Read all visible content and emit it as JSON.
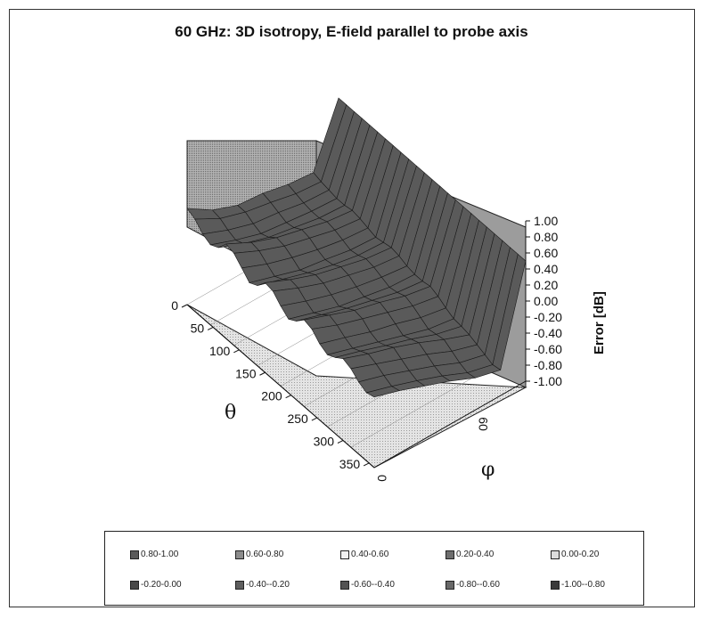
{
  "chart_data": {
    "type": "surface3d",
    "title": "60 GHz: 3D isotropy, E-field parallel to probe axis",
    "zlabel": "Error [dB]",
    "theta_label": "θ",
    "phi_label": "φ",
    "theta_ticks": [
      "0",
      "50",
      "100",
      "150",
      "200",
      "250",
      "300",
      "350"
    ],
    "phi_ticks": [
      "0",
      "60"
    ],
    "z_ticks": [
      "1.00",
      "0.80",
      "0.60",
      "0.40",
      "0.20",
      "0.00",
      "-0.20",
      "-0.40",
      "-0.60",
      "-0.80",
      "-1.00"
    ],
    "zlim": [
      -1.0,
      1.0
    ],
    "theta": [
      0,
      15,
      30,
      45,
      60,
      75,
      90,
      105,
      120,
      135,
      150,
      165,
      180,
      195,
      210,
      225,
      240,
      255,
      270,
      285,
      300,
      315,
      330,
      345,
      360
    ],
    "phi": [
      0,
      15,
      30,
      45,
      60,
      75,
      90
    ],
    "z": [
      [
        0.2,
        0.0,
        -0.12,
        -0.15,
        -0.22,
        -0.25,
        0.5
      ],
      [
        0.15,
        -0.02,
        -0.12,
        -0.18,
        -0.25,
        -0.28,
        0.5
      ],
      [
        0.05,
        -0.08,
        -0.18,
        -0.22,
        -0.28,
        -0.3,
        0.5
      ],
      [
        0.0,
        -0.12,
        -0.22,
        -0.26,
        -0.3,
        -0.32,
        0.5
      ],
      [
        0.05,
        -0.08,
        -0.18,
        -0.24,
        -0.3,
        -0.32,
        0.5
      ],
      [
        0.18,
        0.02,
        -0.1,
        -0.18,
        -0.26,
        -0.3,
        0.5
      ],
      [
        0.15,
        0.0,
        -0.12,
        -0.2,
        -0.28,
        -0.32,
        0.5
      ],
      [
        0.05,
        -0.08,
        -0.18,
        -0.26,
        -0.32,
        -0.35,
        0.5
      ],
      [
        -0.05,
        -0.15,
        -0.25,
        -0.3,
        -0.36,
        -0.38,
        0.5
      ],
      [
        0.0,
        -0.1,
        -0.2,
        -0.28,
        -0.34,
        -0.36,
        0.5
      ],
      [
        0.12,
        -0.02,
        -0.14,
        -0.22,
        -0.3,
        -0.34,
        0.5
      ],
      [
        0.1,
        -0.04,
        -0.16,
        -0.24,
        -0.32,
        -0.36,
        0.5
      ],
      [
        0.0,
        -0.12,
        -0.22,
        -0.3,
        -0.36,
        -0.4,
        0.5
      ],
      [
        -0.08,
        -0.18,
        -0.28,
        -0.34,
        -0.4,
        -0.42,
        0.5
      ],
      [
        -0.02,
        -0.12,
        -0.22,
        -0.3,
        -0.38,
        -0.42,
        0.5
      ],
      [
        0.08,
        -0.04,
        -0.16,
        -0.24,
        -0.34,
        -0.4,
        0.5
      ],
      [
        0.05,
        -0.08,
        -0.18,
        -0.28,
        -0.38,
        -0.44,
        0.5
      ],
      [
        -0.05,
        -0.15,
        -0.26,
        -0.34,
        -0.44,
        -0.5,
        0.5
      ],
      [
        -0.1,
        -0.2,
        -0.3,
        -0.4,
        -0.5,
        -0.55,
        0.5
      ],
      [
        -0.05,
        -0.15,
        -0.26,
        -0.36,
        -0.48,
        -0.56,
        0.5
      ],
      [
        0.02,
        -0.1,
        -0.2,
        -0.32,
        -0.46,
        -0.58,
        0.5
      ],
      [
        -0.02,
        -0.14,
        -0.26,
        -0.38,
        -0.52,
        -0.62,
        0.5
      ],
      [
        -0.1,
        -0.2,
        -0.32,
        -0.44,
        -0.58,
        -0.66,
        0.5
      ],
      [
        -0.15,
        -0.25,
        -0.36,
        -0.48,
        -0.62,
        -0.7,
        0.5
      ],
      [
        -0.12,
        -0.22,
        -0.34,
        -0.46,
        -0.6,
        -0.68,
        0.5
      ]
    ],
    "legend": [
      {
        "label": "0.80-1.00",
        "color": "#5a5a5a"
      },
      {
        "label": "0.60-0.80",
        "color": "#8c8c8c"
      },
      {
        "label": "0.40-0.60",
        "color": "#f0f0f0"
      },
      {
        "label": "0.20-0.40",
        "color": "#6e6e6e"
      },
      {
        "label": "0.00-0.20",
        "color": "#dcdcdc"
      },
      {
        "label": "-0.20-0.00",
        "color": "#484848"
      },
      {
        "label": "-0.40--0.20",
        "color": "#5e5e5e"
      },
      {
        "label": "-0.60--0.40",
        "color": "#525252"
      },
      {
        "label": "-0.80--0.60",
        "color": "#686868"
      },
      {
        "label": "-1.00--0.80",
        "color": "#3a3a3a"
      }
    ],
    "grid": true,
    "legend_position": "bottom"
  }
}
